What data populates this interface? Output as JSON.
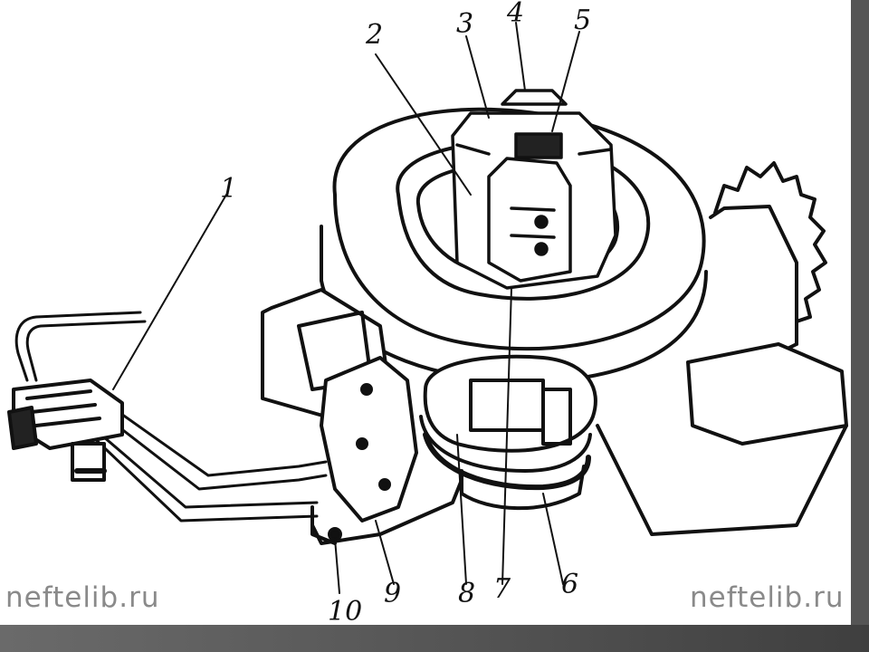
{
  "callouts": [
    "1",
    "2",
    "3",
    "4",
    "5",
    "6",
    "7",
    "8",
    "9",
    "10"
  ],
  "watermarks": [
    "neftelib.ru",
    "neftelib.ru"
  ]
}
